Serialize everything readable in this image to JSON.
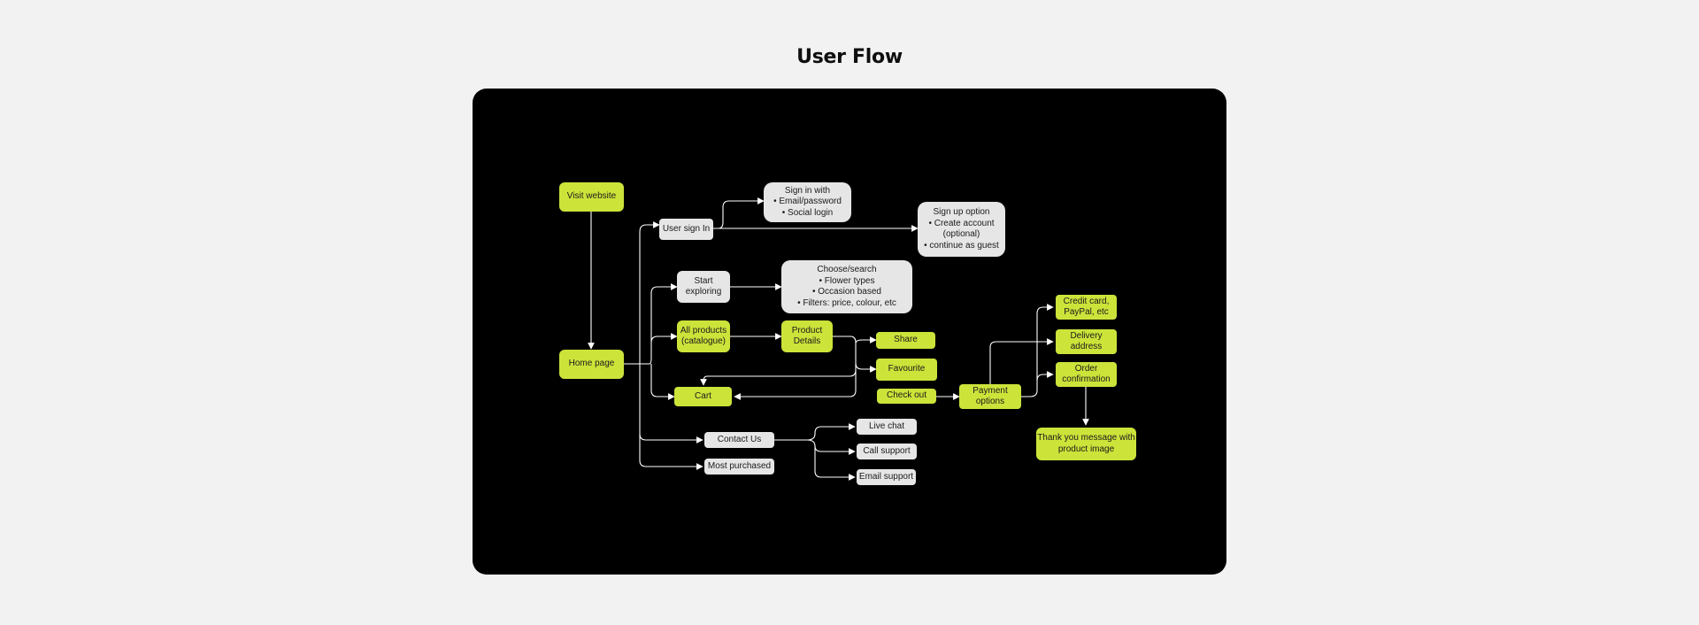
{
  "page": {
    "title": "User Flow"
  },
  "colors": {
    "canvas": "#000000",
    "accent": "#cce33a",
    "neutral": "#e6e6e6",
    "connector": "#ffffff",
    "background": "#f2f2f2"
  },
  "nodes": {
    "visit_website": {
      "lines": [
        "Visit website"
      ]
    },
    "home_page": {
      "lines": [
        "Home page"
      ]
    },
    "user_sign_in": {
      "lines": [
        "User sign In"
      ]
    },
    "sign_in_with": {
      "lines": [
        "Sign in with",
        "• Email/password",
        "• Social login"
      ]
    },
    "sign_up_option": {
      "lines": [
        "Sign up option",
        "• Create account",
        "(optional)",
        "• continue as guest"
      ]
    },
    "start_exploring": {
      "lines": [
        "Start",
        "exploring"
      ]
    },
    "choose_search": {
      "lines": [
        "Choose/search",
        "• Flower types",
        "• Occasion based",
        "• Filters: price, colour, etc"
      ]
    },
    "all_products": {
      "lines": [
        "All products",
        "(catalogue)"
      ]
    },
    "product_details": {
      "lines": [
        "Product",
        "Details"
      ]
    },
    "share": {
      "lines": [
        "Share"
      ]
    },
    "favourite": {
      "lines": [
        "Favourite"
      ]
    },
    "check_out": {
      "lines": [
        "Check out"
      ]
    },
    "cart": {
      "lines": [
        "Cart"
      ]
    },
    "payment_options": {
      "lines": [
        "Payment",
        "options"
      ]
    },
    "credit_card": {
      "lines": [
        "Credit card,",
        "PayPal, etc"
      ]
    },
    "delivery_address": {
      "lines": [
        "Delivery",
        "address"
      ]
    },
    "order_confirmation": {
      "lines": [
        "Order",
        "confirmation"
      ]
    },
    "thank_you": {
      "lines": [
        "Thank you message with",
        "product image"
      ]
    },
    "contact_us": {
      "lines": [
        "Contact Us"
      ]
    },
    "most_purchased": {
      "lines": [
        "Most purchased"
      ]
    },
    "live_chat": {
      "lines": [
        "Live chat"
      ]
    },
    "call_support": {
      "lines": [
        "Call support"
      ]
    },
    "email_support": {
      "lines": [
        "Email support"
      ]
    }
  }
}
